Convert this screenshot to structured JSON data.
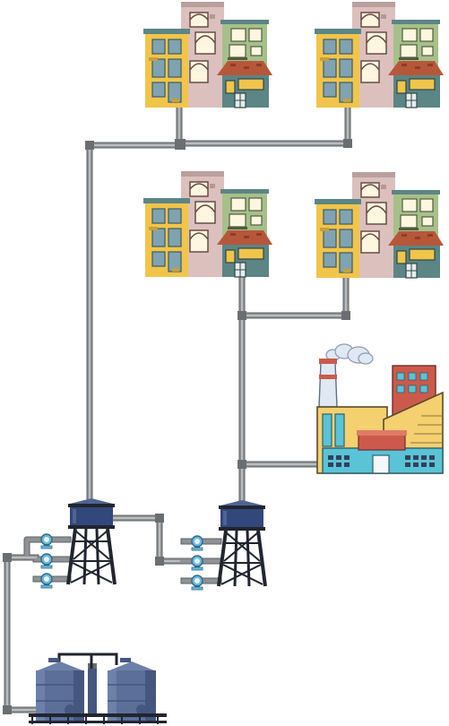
{
  "scene": {
    "kind": "water-distribution-illustration",
    "components": [
      {
        "name": "residential-block",
        "count": 4
      },
      {
        "name": "factory",
        "count": 1
      },
      {
        "name": "water-tower",
        "count": 2
      },
      {
        "name": "storage-tank",
        "count": 2
      },
      {
        "name": "pressure-gauge",
        "count": 6
      }
    ]
  },
  "colors": {
    "pipe": "#8f9294",
    "pipe_highlight": "#c9cbcc",
    "pipe_dark": "#5e6163",
    "tower_tank": "#33487a",
    "tower_tank_top": "#4f6494",
    "tower_legs": "#20252f",
    "gauge": "#6fb8de",
    "storage_tank": "#5b6f99",
    "storage_tank_dark": "#45577f",
    "building_yellow": "#f1c54a",
    "building_pink": "#dcc0bd",
    "building_green": "#a6c08a",
    "building_teal": "#5c8585",
    "roof_brick": "#b6573a",
    "factory_yellow": "#f4d06f",
    "factory_teal": "#5ac3d6",
    "factory_red": "#cc5a4c",
    "smoke": "#dfe8f3"
  }
}
